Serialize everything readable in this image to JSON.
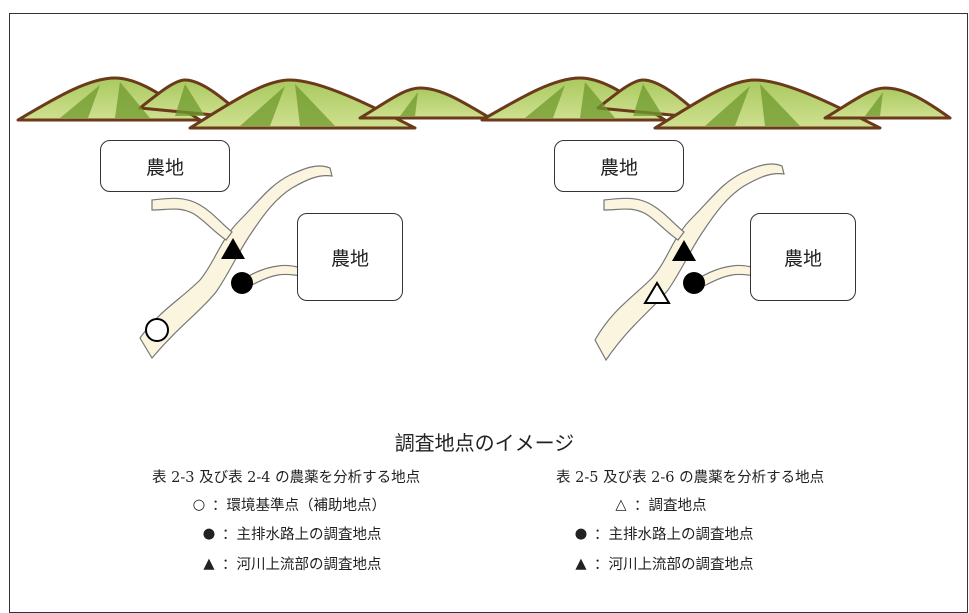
{
  "farmland_label": "農地",
  "caption": "調査地点のイメージ",
  "left_panel": {
    "heading": "表 2-3 及び表 2-4 の農薬を分析する地点",
    "legend": [
      {
        "symbol": "○",
        "text": "：環境基準点（補助地点）"
      },
      {
        "symbol": "●",
        "text": "：主排水路上の調査地点"
      },
      {
        "symbol": "▲",
        "text": "：河川上流部の調査地点"
      }
    ]
  },
  "right_panel": {
    "heading": "表 2-5 及び表 2-6 の農薬を分析する地点",
    "legend": [
      {
        "symbol": "△",
        "text": "：調査地点"
      },
      {
        "symbol": "●",
        "text": "：主排水路上の調査地点"
      },
      {
        "symbol": "▲",
        "text": "：河川上流部の調査地点"
      }
    ]
  },
  "colors": {
    "mountain_light": "#bcd57a",
    "mountain_dark": "#6f9a2e",
    "mountain_outline": "#6b3a1b",
    "river_fill": "#fbf5df",
    "river_outline": "#777777"
  }
}
